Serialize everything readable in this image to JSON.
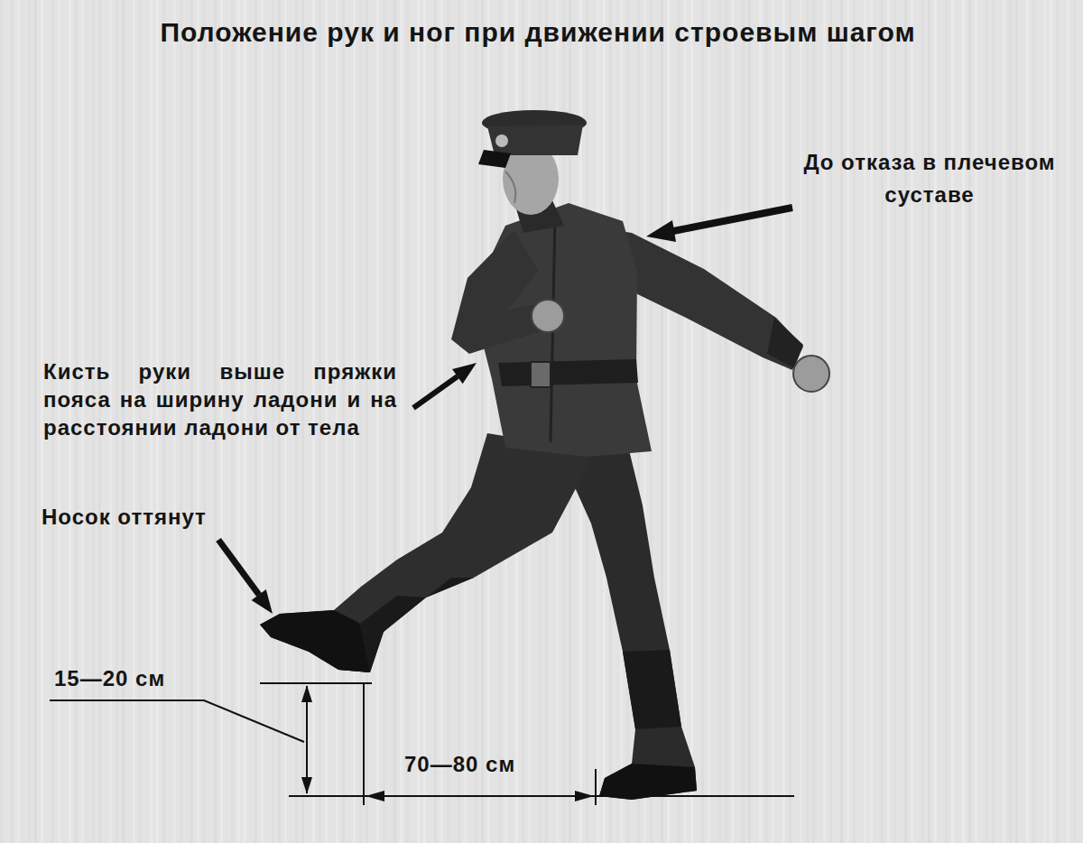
{
  "diagram": {
    "title": "Положение рук и ног при движении строевым шагом",
    "labels": [
      "До отказа в плечевом суставе",
      "Кисть руки выше пряжки пояса на ширину ладони и на расстоянии ладони от тела",
      "Носок оттянут",
      "15—20 см",
      "70—80 см"
    ]
  }
}
